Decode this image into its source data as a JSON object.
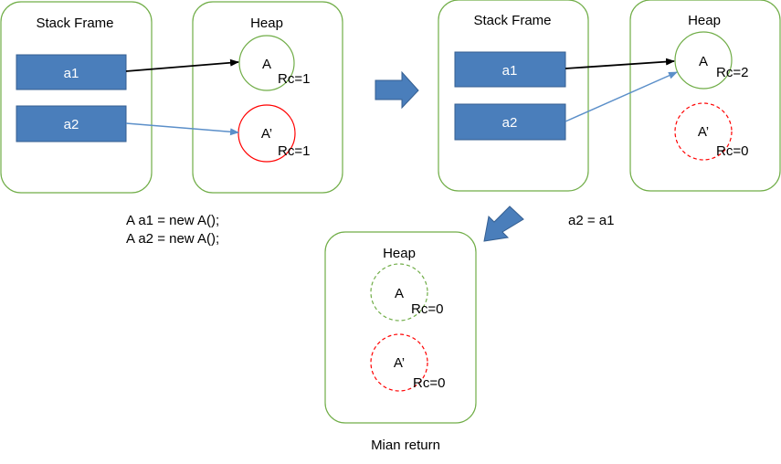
{
  "colors": {
    "panel_border": "#70ad47",
    "var_fill": "#4a7ebb",
    "var_stroke": "#355f91",
    "var_text": "#ffffff",
    "obj_a": "#70ad47",
    "obj_a_prime": "#ff0000",
    "ref_black": "#000000",
    "ref_blue": "#5b8fc9",
    "step_arrow": "#4a7ebb"
  },
  "step1": {
    "stack_title": "Stack Frame",
    "heap_title": "Heap",
    "var_a1": "a1",
    "var_a2": "a2",
    "obj_a_label": "A",
    "obj_a_rc": "Rc=1",
    "obj_a_prime_label": "A’",
    "obj_a_prime_rc": "Rc=1",
    "code_line1": "A a1 = new A();",
    "code_line2": "A a2 = new A();"
  },
  "step2": {
    "stack_title": "Stack Frame",
    "heap_title": "Heap",
    "var_a1": "a1",
    "var_a2": "a2",
    "obj_a_label": "A",
    "obj_a_rc": "Rc=2",
    "obj_a_prime_label": "A’",
    "obj_a_prime_rc": "Rc=0",
    "code_line": "a2 = a1"
  },
  "step3": {
    "heap_title": "Heap",
    "obj_a_label": "A",
    "obj_a_rc": "Rc=0",
    "obj_a_prime_label": "A’",
    "obj_a_prime_rc": "Rc=0",
    "caption": "Mian return"
  }
}
